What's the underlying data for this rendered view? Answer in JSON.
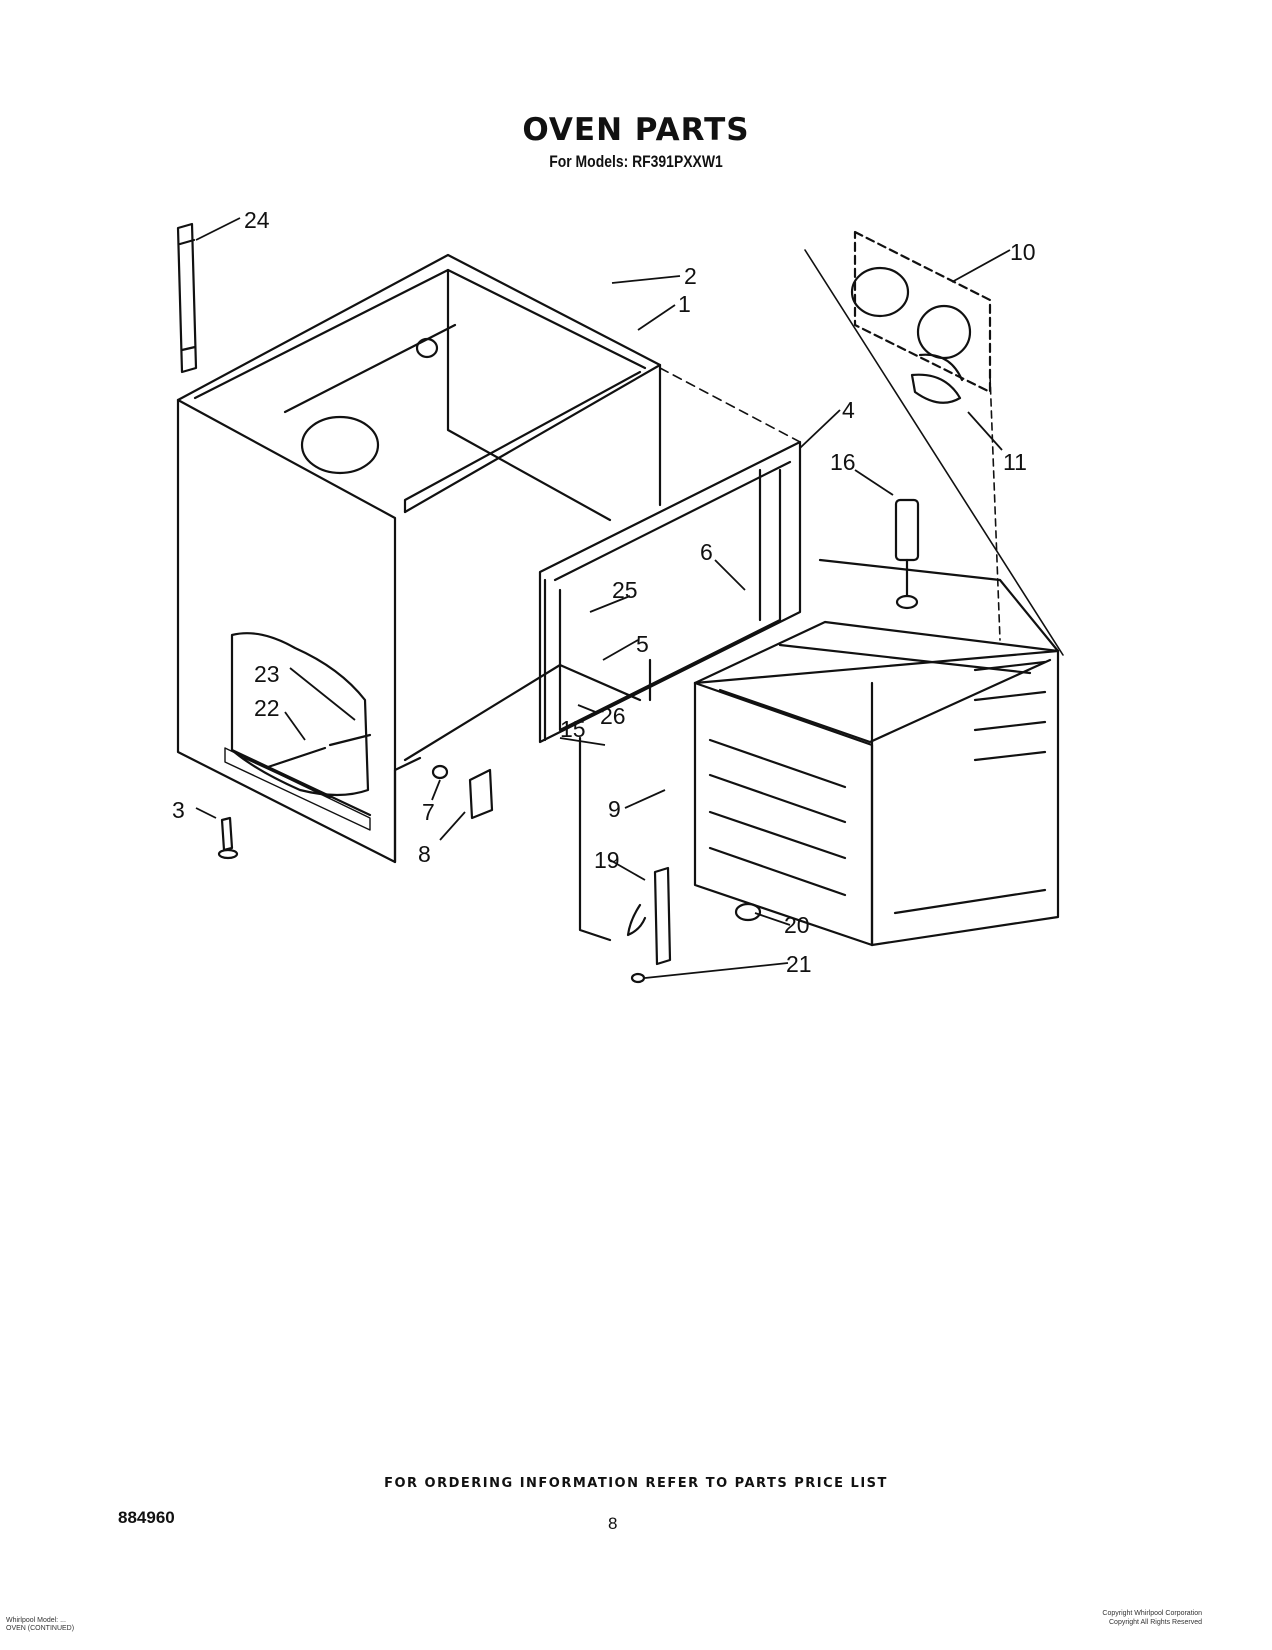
{
  "header": {
    "title": "OVEN PARTS",
    "subtitle": "For Models: RF391PXXW1"
  },
  "callouts": [
    "24",
    "2",
    "1",
    "10",
    "4",
    "11",
    "16",
    "6",
    "25",
    "5",
    "23",
    "22",
    "26",
    "15",
    "3",
    "7",
    "8",
    "9",
    "19",
    "20",
    "21"
  ],
  "footer": {
    "ordering_note": "FOR ORDERING INFORMATION REFER TO PARTS PRICE LIST",
    "doc_number": "884960",
    "page_number": "8",
    "small_left_line1": "Whirlpool Model: ...",
    "small_left_line2": "OVEN (CONTINUED)",
    "small_right_line1": "Copyright Whirlpool Corporation",
    "small_right_line2": "Copyright All Rights Reserved"
  }
}
